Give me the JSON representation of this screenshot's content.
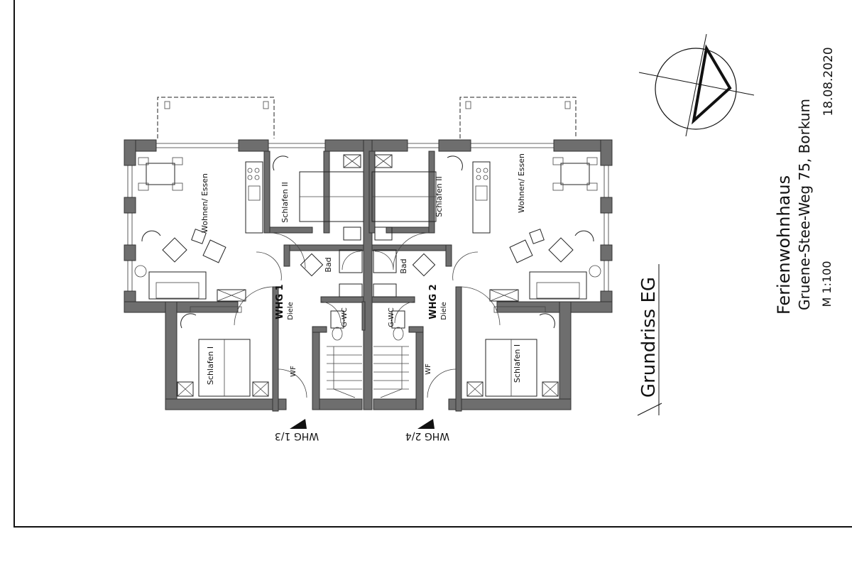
{
  "title_block": {
    "date": "18.08.2020",
    "project": "Ferienwohnhaus",
    "address": "Gruene-Stee-Weg 75,  Borkum",
    "scale": "M 1:100"
  },
  "plan_title": "Grundriss EG",
  "north_arrow_icon": "north-arrow-icon",
  "units": {
    "left": {
      "label": "WHG 1",
      "rooms": {
        "living": "Wohnen/ Essen",
        "bedroom2": "Schlafen II",
        "bath": "Bad",
        "hall": "Diele",
        "wc": "G-WC",
        "bedroom1": "Schlafen I",
        "utility": "WF"
      },
      "entrance": "WHG 1/3"
    },
    "right": {
      "label": "WHG 2",
      "rooms": {
        "living": "Wohnen/ Essen",
        "bedroom2": "Schlafen II",
        "bath": "Bad",
        "hall": "Diele",
        "wc": "G-WC",
        "bedroom1": "Schlafen I",
        "utility": "WF"
      },
      "entrance": "WHG 2/4"
    }
  },
  "colors": {
    "wall": "#6e6e6e",
    "line": "#222222"
  }
}
